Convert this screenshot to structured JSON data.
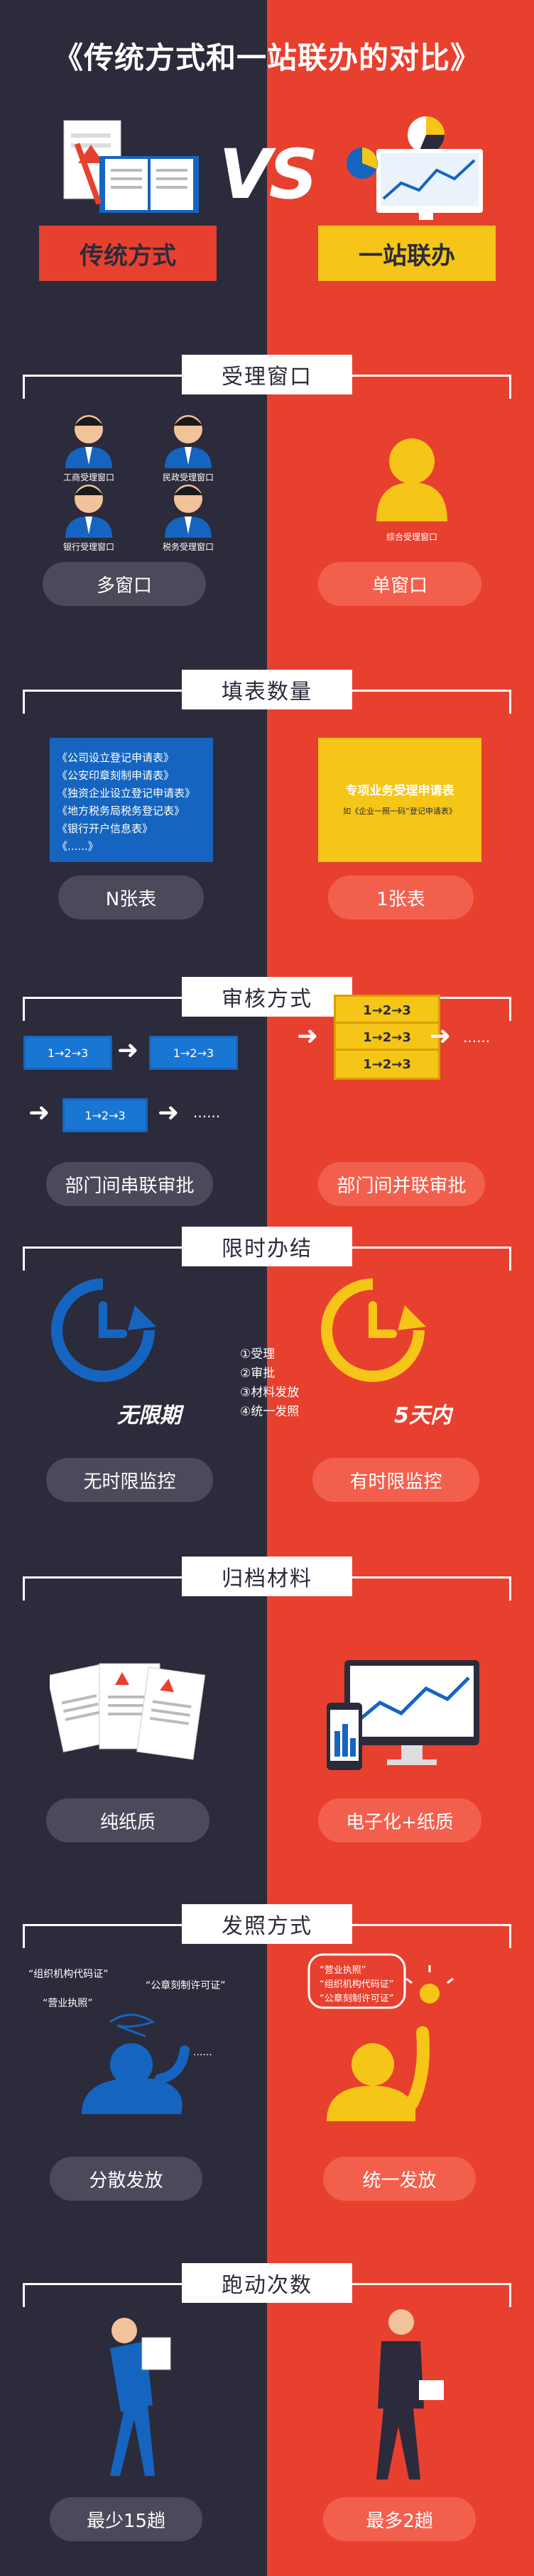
{
  "title": "《传统方式和一站联办的对比》",
  "vs": "VS",
  "header": {
    "left": "传统方式",
    "right": "一站联办"
  },
  "sections": [
    {
      "title": "受理窗口",
      "left": "多窗口",
      "right": "单窗口"
    },
    {
      "title": "填表数量",
      "left": "N张表",
      "right": "1张表"
    },
    {
      "title": "审核方式",
      "left": "部门间串联审批",
      "right": "部门间并联审批"
    },
    {
      "title": "限时办结",
      "left": "无时限监控",
      "right": "有时限监控"
    },
    {
      "title": "归档材料",
      "left": "纯纸质",
      "right": "电子化+纸质"
    },
    {
      "title": "发照方式",
      "left": "分散发放",
      "right": "统一发放"
    },
    {
      "title": "跑动次数",
      "left": "最少15趟",
      "right": "最多2趟"
    }
  ],
  "windows": {
    "left_labels": [
      "工商受理窗口",
      "民政受理窗口",
      "银行受理窗口",
      "税务受理窗口"
    ],
    "right_label": "综合受理窗口"
  },
  "forms": {
    "left_items": [
      "《公司设立登记申请表》",
      "《公安印章刻制申请表》",
      "《独资企业设立登记申请表》",
      "《地方税务局税务登记表》",
      "《银行开户信息表》",
      "《......》"
    ],
    "right_title": "专项业务受理申请表",
    "right_sub": "如《企业一照一码”登记申请表》"
  },
  "review": {
    "flow_text": "1→2→3",
    "dots": "......"
  },
  "timelimit": {
    "left_text": "无限期",
    "right_text": "5天内",
    "steps": [
      "①受理",
      "②审批",
      "③材料发放",
      "④统一发照"
    ]
  },
  "licenses": {
    "left": [
      "“组织机构代码证”",
      "“公章刻制许可证”",
      "“营业执照”",
      "......"
    ],
    "right": [
      "“营业执照”",
      "“组织机构代码证”",
      "“公章刻制许可证”"
    ]
  },
  "colors": {
    "dark": "#2b2b3b",
    "red": "#e8402f",
    "yellow": "#f5c518",
    "blue": "#1565c0"
  }
}
